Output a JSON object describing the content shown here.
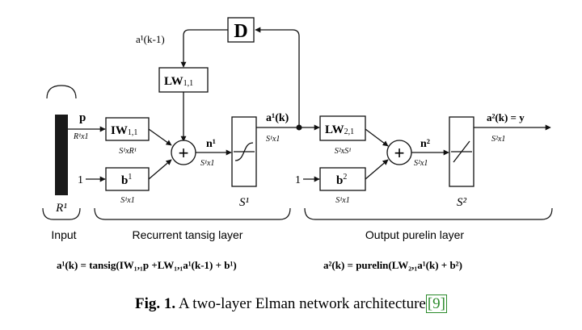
{
  "diagram": {
    "delay_label": "D",
    "feedback_label": "a¹(k-1)",
    "lw11": {
      "main": "LW",
      "sub": "1,1"
    },
    "input": {
      "symbol": "p",
      "dim": "R¹x1",
      "bar_label": "R¹",
      "group_label": "Input"
    },
    "iw11": {
      "main": "IW",
      "sub": "1,1",
      "dim": "S¹xR¹"
    },
    "bias1": {
      "one": "1",
      "main": "b",
      "sub": "1",
      "dim": "S¹x1"
    },
    "sum_symbol": "+",
    "n1": {
      "label": "n¹",
      "dim": "S¹x1"
    },
    "tansig_label": "S¹",
    "a1": {
      "label": "a¹(k)",
      "dim": "S¹x1"
    },
    "lw21": {
      "main": "LW",
      "sub": "2,1",
      "dim": "S²xS¹"
    },
    "bias2": {
      "one": "1",
      "main": "b",
      "sub": "2",
      "dim": "S¹x1"
    },
    "n2": {
      "label": "n²",
      "dim": "S²x1"
    },
    "purelin_label": "S²",
    "a2": {
      "label": "a²(k) = y",
      "dim": "S²x1"
    },
    "layer1_label": "Recurrent tansig layer",
    "layer2_label": "Output purelin layer",
    "eq1": "a¹(k) = tansig(IW₁,₁p +LW₁,₁a¹(k-1) + b¹)",
    "eq2": "a²(k) = purelin(LW₂,₁a¹(k) + b²)"
  },
  "caption": {
    "bold": "Fig. 1.",
    "text": " A two-layer Elman network architecture",
    "ref": "[9]"
  }
}
